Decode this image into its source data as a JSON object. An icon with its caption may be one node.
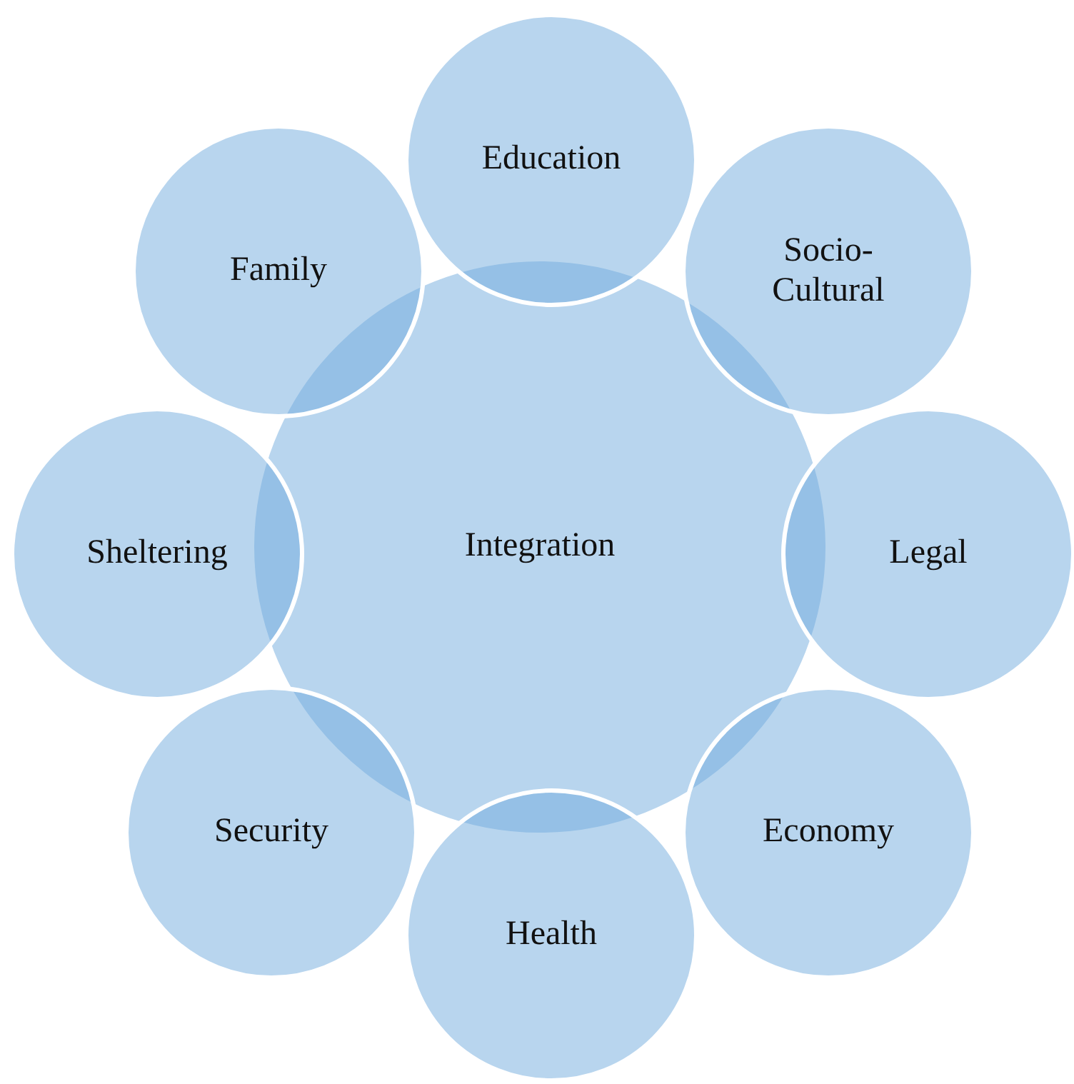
{
  "diagram": {
    "nodes": [
      {
        "text": [
          "Education"
        ]
      },
      {
        "text": [
          "Socio-Cultural"
        ]
      },
      {
        "text": [
          "Family"
        ]
      },
      {
        "text": [
          "Sheltering"
        ]
      },
      {
        "text": [
          "Integration"
        ]
      },
      {
        "text": [
          "Legal"
        ]
      },
      {
        "text": [
          "Security"
        ]
      },
      {
        "text": [
          "Economy"
        ]
      },
      {
        "text": [
          "Health"
        ]
      }
    ]
  }
}
